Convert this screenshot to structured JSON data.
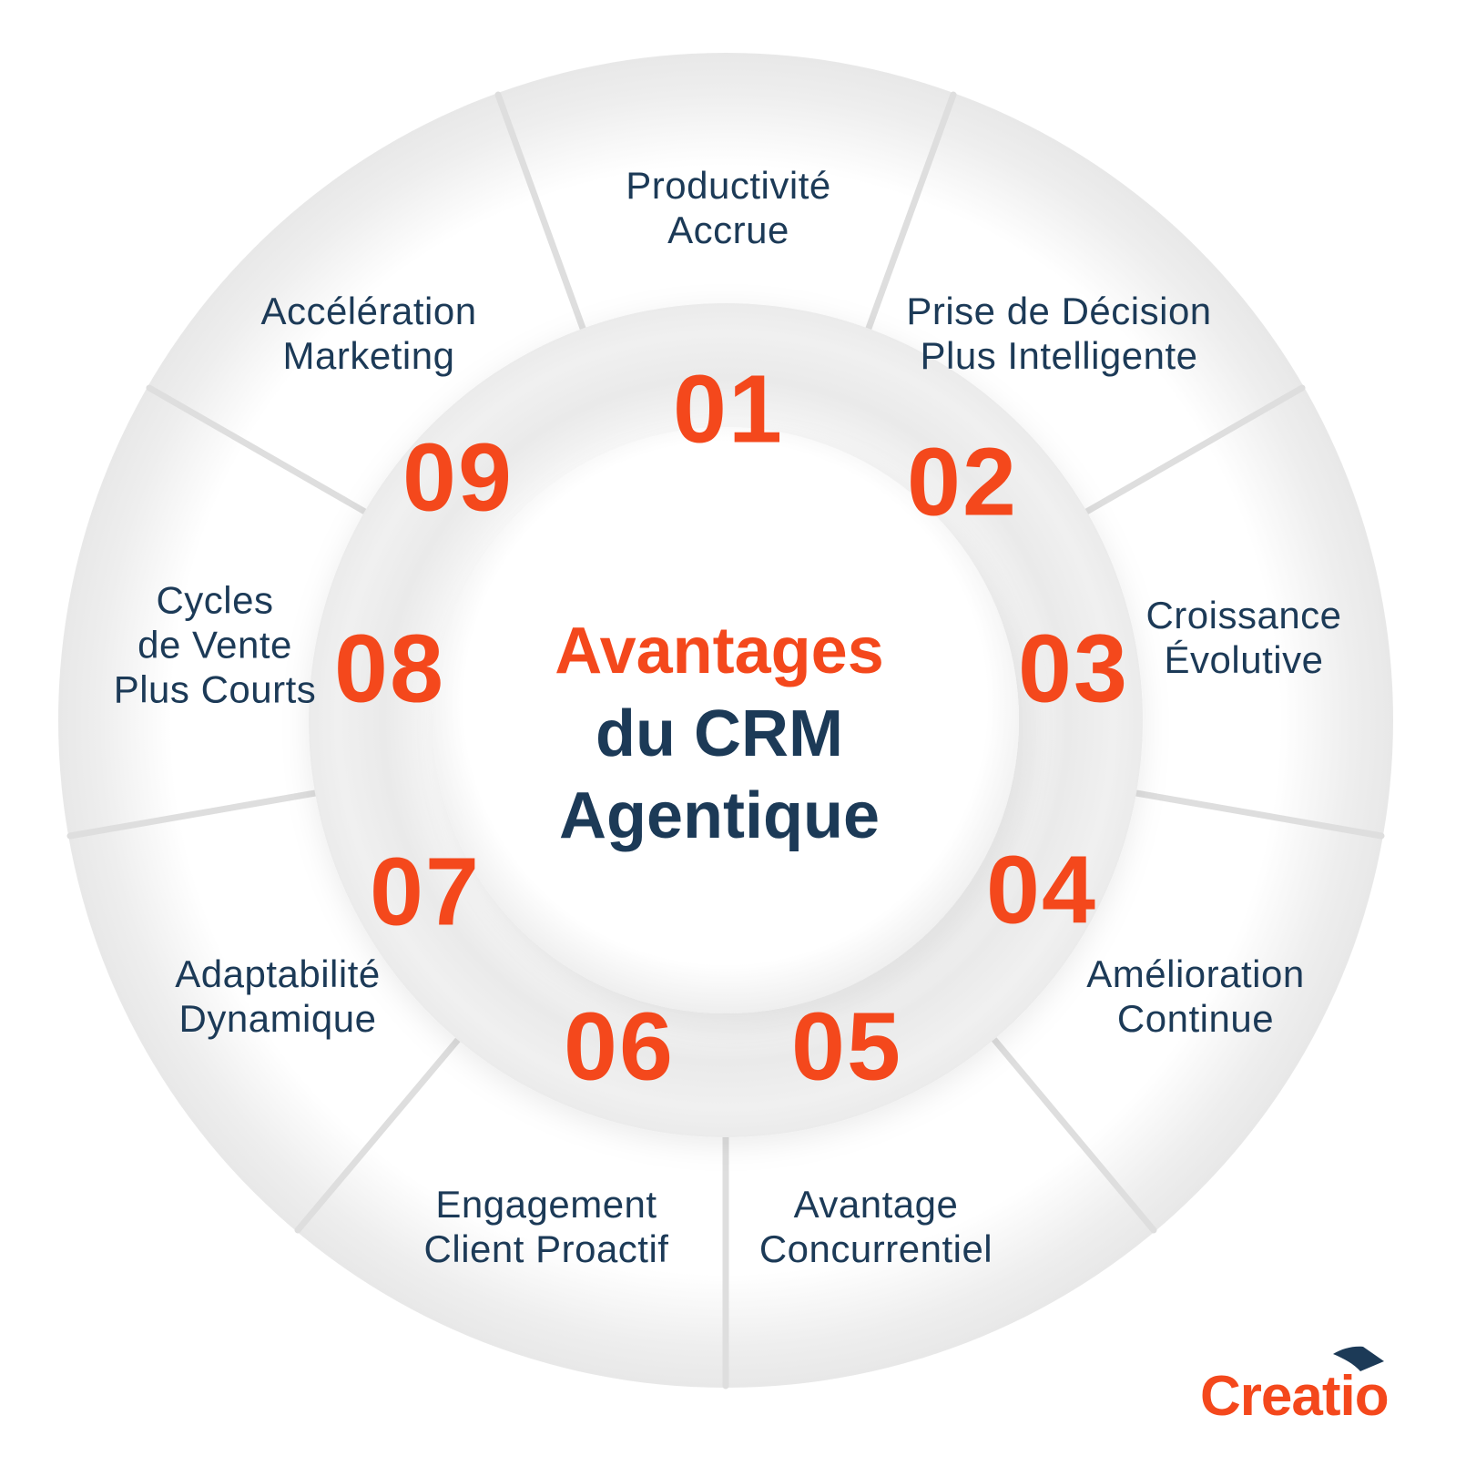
{
  "center": {
    "line1": "Avantages",
    "line2": "du CRM",
    "line3": "Agentique"
  },
  "segments": [
    {
      "number": "01",
      "lines": [
        "Productivité",
        "Accrue"
      ]
    },
    {
      "number": "02",
      "lines": [
        "Prise de Décision",
        "Plus Intelligente"
      ]
    },
    {
      "number": "03",
      "lines": [
        "Croissance",
        "Évolutive"
      ]
    },
    {
      "number": "04",
      "lines": [
        "Amélioration",
        "Continue"
      ]
    },
    {
      "number": "05",
      "lines": [
        "Avantage",
        "Concurrentiel"
      ]
    },
    {
      "number": "06",
      "lines": [
        "Engagement",
        "Client Proactif"
      ]
    },
    {
      "number": "07",
      "lines": [
        "Adaptabilité",
        "Dynamique"
      ]
    },
    {
      "number": "08",
      "lines": [
        "Cycles",
        "de Vente",
        "Plus Courts"
      ]
    },
    {
      "number": "09",
      "lines": [
        "Accélération",
        "Marketing"
      ]
    }
  ],
  "logo": {
    "text": "Creatio"
  },
  "colors": {
    "accent": "#F4481C",
    "navy": "#1C3A57",
    "divider": "#DEDEDE",
    "rim": "#E8E8E8",
    "ring": "#EAEAEA",
    "background": "#FFFFFF"
  }
}
